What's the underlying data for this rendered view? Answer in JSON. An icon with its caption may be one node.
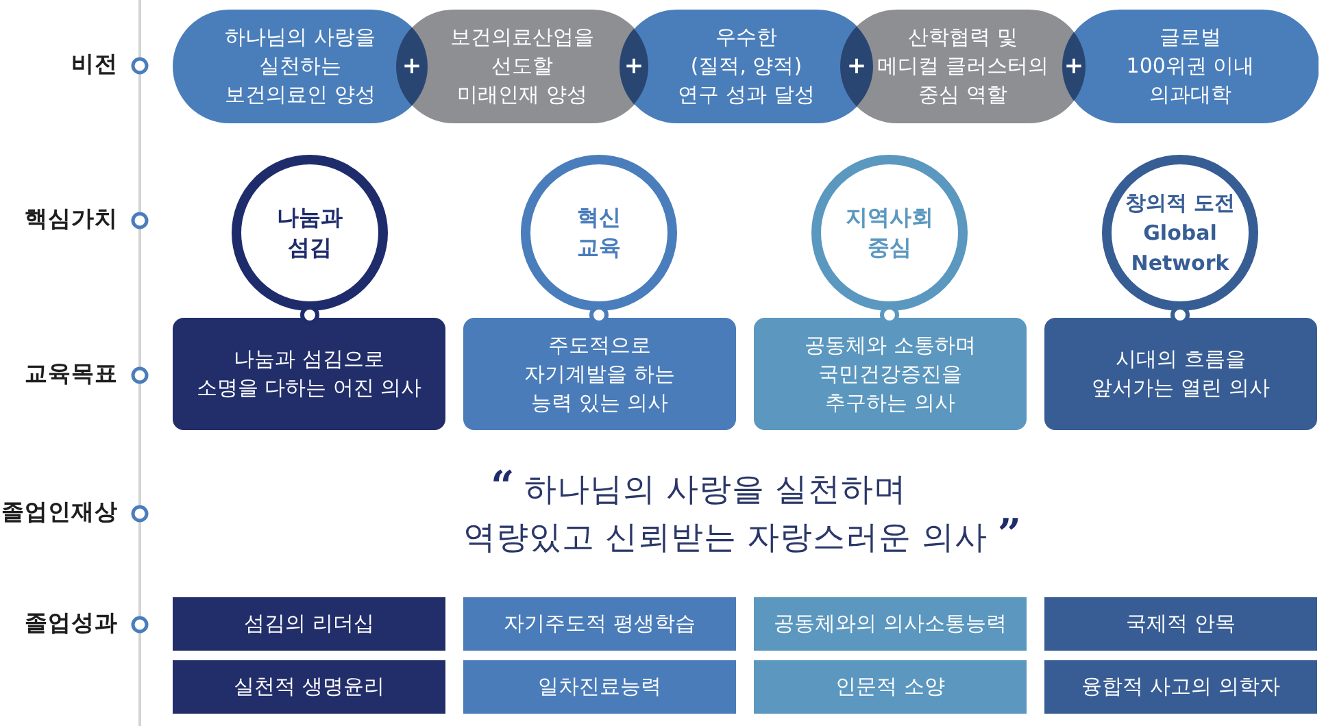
{
  "diagram": {
    "nodes": [
      {
        "text": [
          "하나님의 사랑을 실천하는 보건의료인 양성"
        ]
      },
      {
        "text": [
          "보건의료산업을 선도할 미래인재 양성"
        ]
      },
      {
        "text": [
          "우수한 (질적, 양적) 연구 성과 달성"
        ]
      },
      {
        "text": [
          "산학협력 및 메디컬 클러스터의 중심 역할"
        ]
      },
      {
        "text": [
          "글로벌 100위권 이내 의과대학"
        ]
      },
      {
        "text": [
          "나눔과 섬김"
        ]
      },
      {
        "text": [
          "혁신 교육"
        ]
      },
      {
        "text": [
          "지역사회 중심"
        ]
      },
      {
        "text": [
          "창의적 도전 Global Network"
        ]
      },
      {
        "text": [
          "나눔과 섬김으로 소명을 다하는 어진 의사"
        ]
      },
      {
        "text": [
          "주도적으로 자기계발을 하는 능력 있는 의사"
        ]
      },
      {
        "text": [
          "공동체와 소통하며 국민건강증진을 추구하는 의사"
        ]
      },
      {
        "text": [
          "시대의 흐름을 앞서가는 열린 의사"
        ]
      },
      {
        "text": [
          "섬김의 리더십"
        ]
      },
      {
        "text": [
          "자기주도적 평생학습"
        ]
      },
      {
        "text": [
          "공동체와의 의사소통능력"
        ]
      },
      {
        "text": [
          "국제적 안목"
        ]
      },
      {
        "text": [
          "실천적 생명윤리"
        ]
      },
      {
        "text": [
          "일차진료능력"
        ]
      },
      {
        "text": [
          "인문적 소양"
        ]
      },
      {
        "text": [
          "융합적 사고의 의학자"
        ]
      }
    ],
    "labels": [
      "비전",
      "+",
      "+",
      "+",
      "+",
      "핵심가치",
      "교육목표",
      "졸업인재상",
      "**“** 하나님의 사랑을 실천하며 역량있고 신뢰받는 자랑스러운 의사 **”**",
      "졸업성과"
    ]
  }
}
